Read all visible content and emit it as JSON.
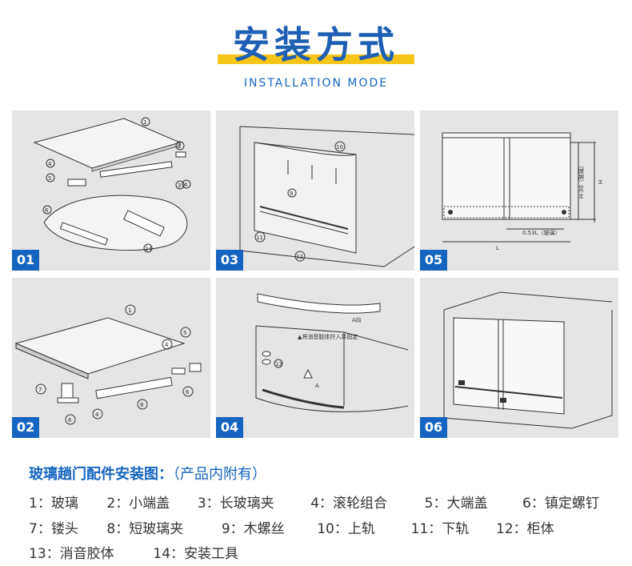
{
  "header": {
    "title": "安装方式",
    "subtitle": "INSTALLATION MODE"
  },
  "panels": [
    {
      "number": "01"
    },
    {
      "number": "03"
    },
    {
      "number": "05",
      "labels": [
        "H-30（玻璃）",
        "H",
        "0.53L（玻璃）",
        "L"
      ]
    },
    {
      "number": "02"
    },
    {
      "number": "04",
      "labels": [
        "A向",
        "▲将消音胶体拧入并固定",
        "A"
      ]
    },
    {
      "number": "06"
    }
  ],
  "legend": {
    "title": "玻璃趟门配件安装图：",
    "note": "（产品内附有）",
    "rows": [
      [
        "1：玻璃",
        "2：小端盖",
        "3：长玻璃夹",
        "4：滚轮组合",
        "5：大端盖",
        "6：镇定螺钉"
      ],
      [
        "7：镂头",
        "8：短玻璃夹",
        "9：木螺丝",
        "10：上轨",
        "11：下轨",
        "12：柜体"
      ],
      [
        "13：消音胶体",
        "14：安装工具"
      ]
    ]
  },
  "colors": {
    "brand_blue": "#1565c0",
    "accent_yellow": "#f5c518",
    "panel_bg": "#e5e5e5"
  }
}
